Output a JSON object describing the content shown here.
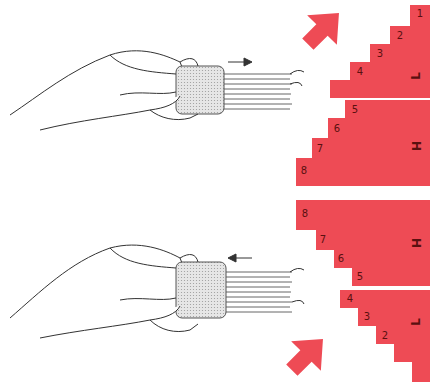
{
  "diagram": {
    "labels": [
      "1",
      "2",
      "3",
      "4",
      "L",
      "5",
      "6",
      "7",
      "8",
      "H",
      "8",
      "7",
      "6",
      "5",
      "H",
      "4",
      "3",
      "2",
      "L"
    ]
  }
}
